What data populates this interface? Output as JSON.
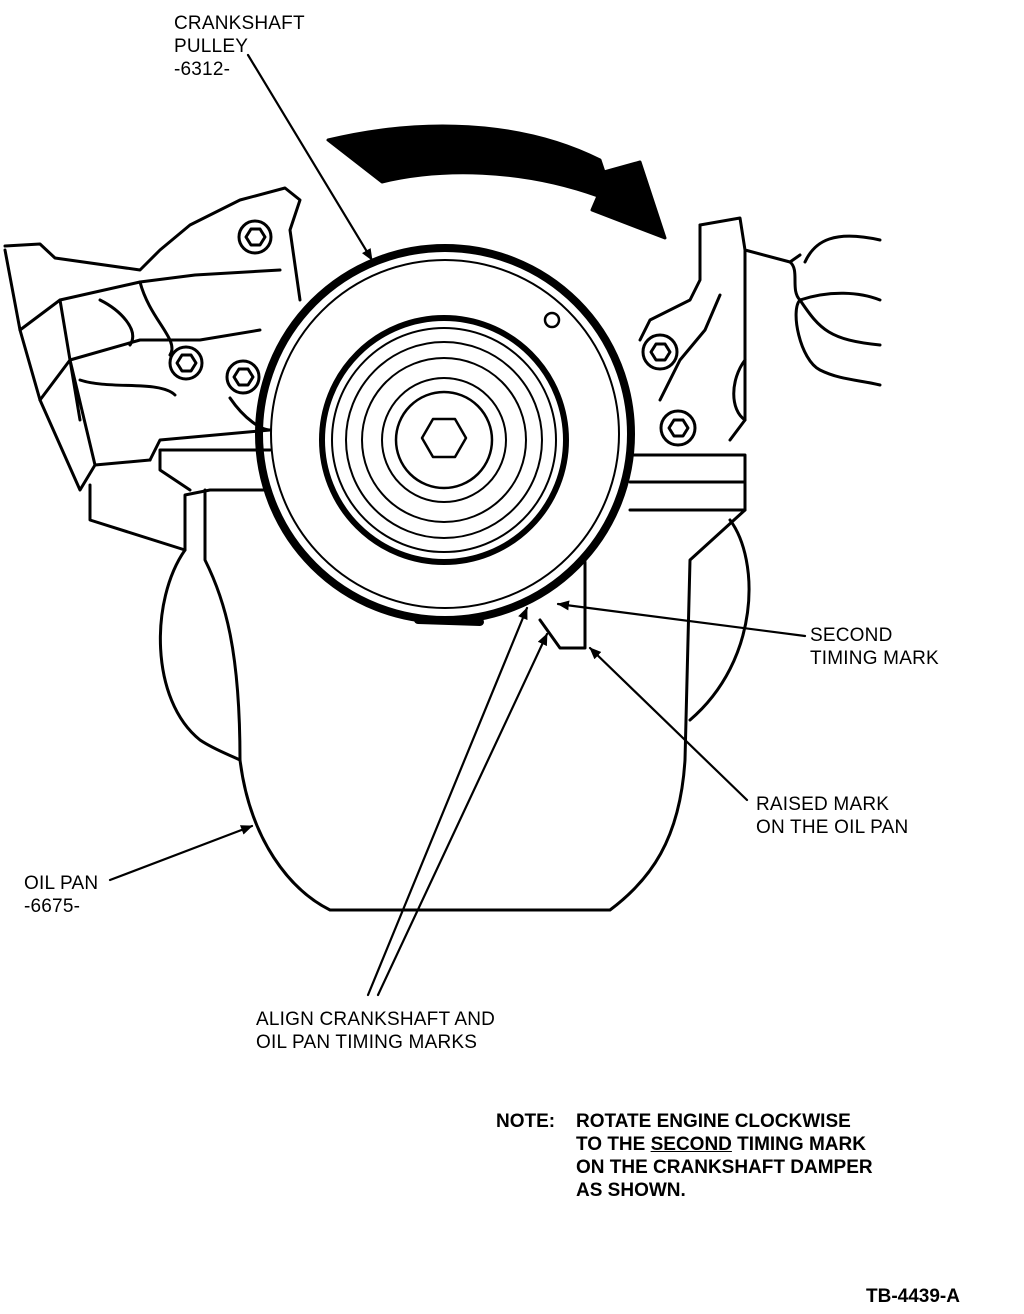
{
  "labels": {
    "crankshaft_pulley": [
      "CRANKSHAFT",
      "PULLEY",
      "-6312-"
    ],
    "second_timing_mark": [
      "SECOND",
      "TIMING MARK"
    ],
    "raised_mark": [
      "RAISED MARK",
      "ON THE OIL PAN"
    ],
    "oil_pan": [
      "OIL PAN",
      "-6675-"
    ],
    "align_marks": [
      "ALIGN CRANKSHAFT AND",
      "OIL PAN TIMING MARKS"
    ]
  },
  "note": {
    "heading": "NOTE:",
    "line1": "ROTATE ENGINE CLOCKWISE",
    "line2_pre": "TO THE ",
    "line2_emph": "SECOND",
    "line2_post": " TIMING MARK",
    "line3": "ON THE CRANKSHAFT DAMPER",
    "line4": "AS SHOWN."
  },
  "figure_ref": "TB-4439-A"
}
